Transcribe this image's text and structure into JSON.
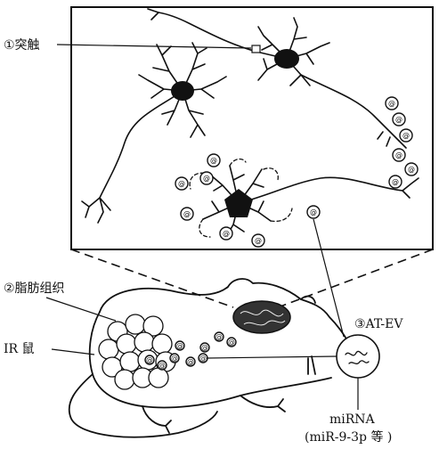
{
  "labels": {
    "synapse": "①突触",
    "adipose": "②脂肪组织",
    "at_ev": "③AT-EV",
    "ir_mouse": "IR 鼠",
    "mirna": "miRNA",
    "mirna_detail": "(miR-9-3p 等 )"
  },
  "vesicle_glyph": "@",
  "colors": {
    "ink": "#111111",
    "background": "#ffffff"
  }
}
